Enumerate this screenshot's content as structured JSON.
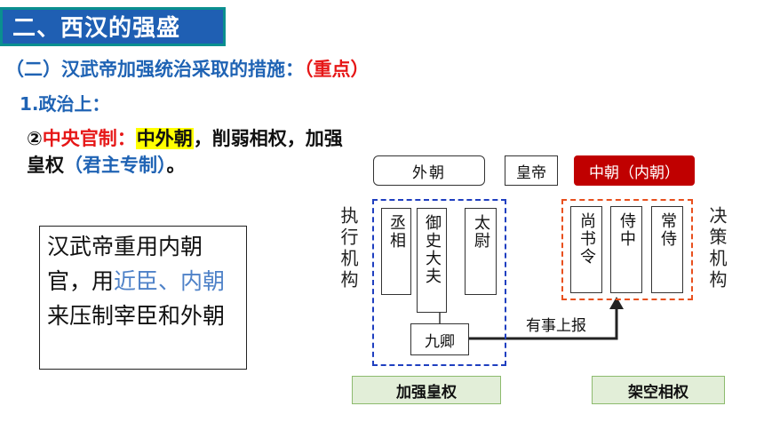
{
  "title": "二、西汉的强盛",
  "subheading": {
    "text": "（二）汉武帝加强统治采取的措施：",
    "highlight": "（重点）"
  },
  "section": "1.政治上：",
  "point": {
    "bullet_prefix": "②",
    "label": "中央官制：",
    "highlight": "中外朝",
    "rest": "，削弱相权，加强",
    "line2_start": "皇权",
    "line2_paren": "（君主专制）",
    "line2_end": "。"
  },
  "note": {
    "text1": "汉武帝重用内朝官，用",
    "blue": "近臣、内朝",
    "text2": "来压制宰臣和外朝"
  },
  "diagram": {
    "outer_court": "外朝",
    "emperor": "皇帝",
    "inner_court": "中朝（内朝）",
    "exec_label": "执行机构",
    "decision_label": "决策机构",
    "exec_offices": [
      "丞相",
      "御史大夫",
      "太尉"
    ],
    "jiuqing": "九卿",
    "inner_offices": [
      "尚书令",
      "侍中",
      "常侍"
    ],
    "report_label": "有事上报",
    "left_caption": "加强皇权",
    "right_caption": "架空相权"
  },
  "colors": {
    "title_bg": "#1f5fb3",
    "title_border": "#0a8f8f",
    "heading_blue": "#1f63b4",
    "emphasis_red": "#e61717",
    "inner_court_red": "#c00000",
    "exec_frame_blue": "#1f3fc0",
    "decision_frame_orange": "#e8501e",
    "caption_green_bg": "#e2eed8",
    "highlight_yellow": "#ffff00"
  }
}
